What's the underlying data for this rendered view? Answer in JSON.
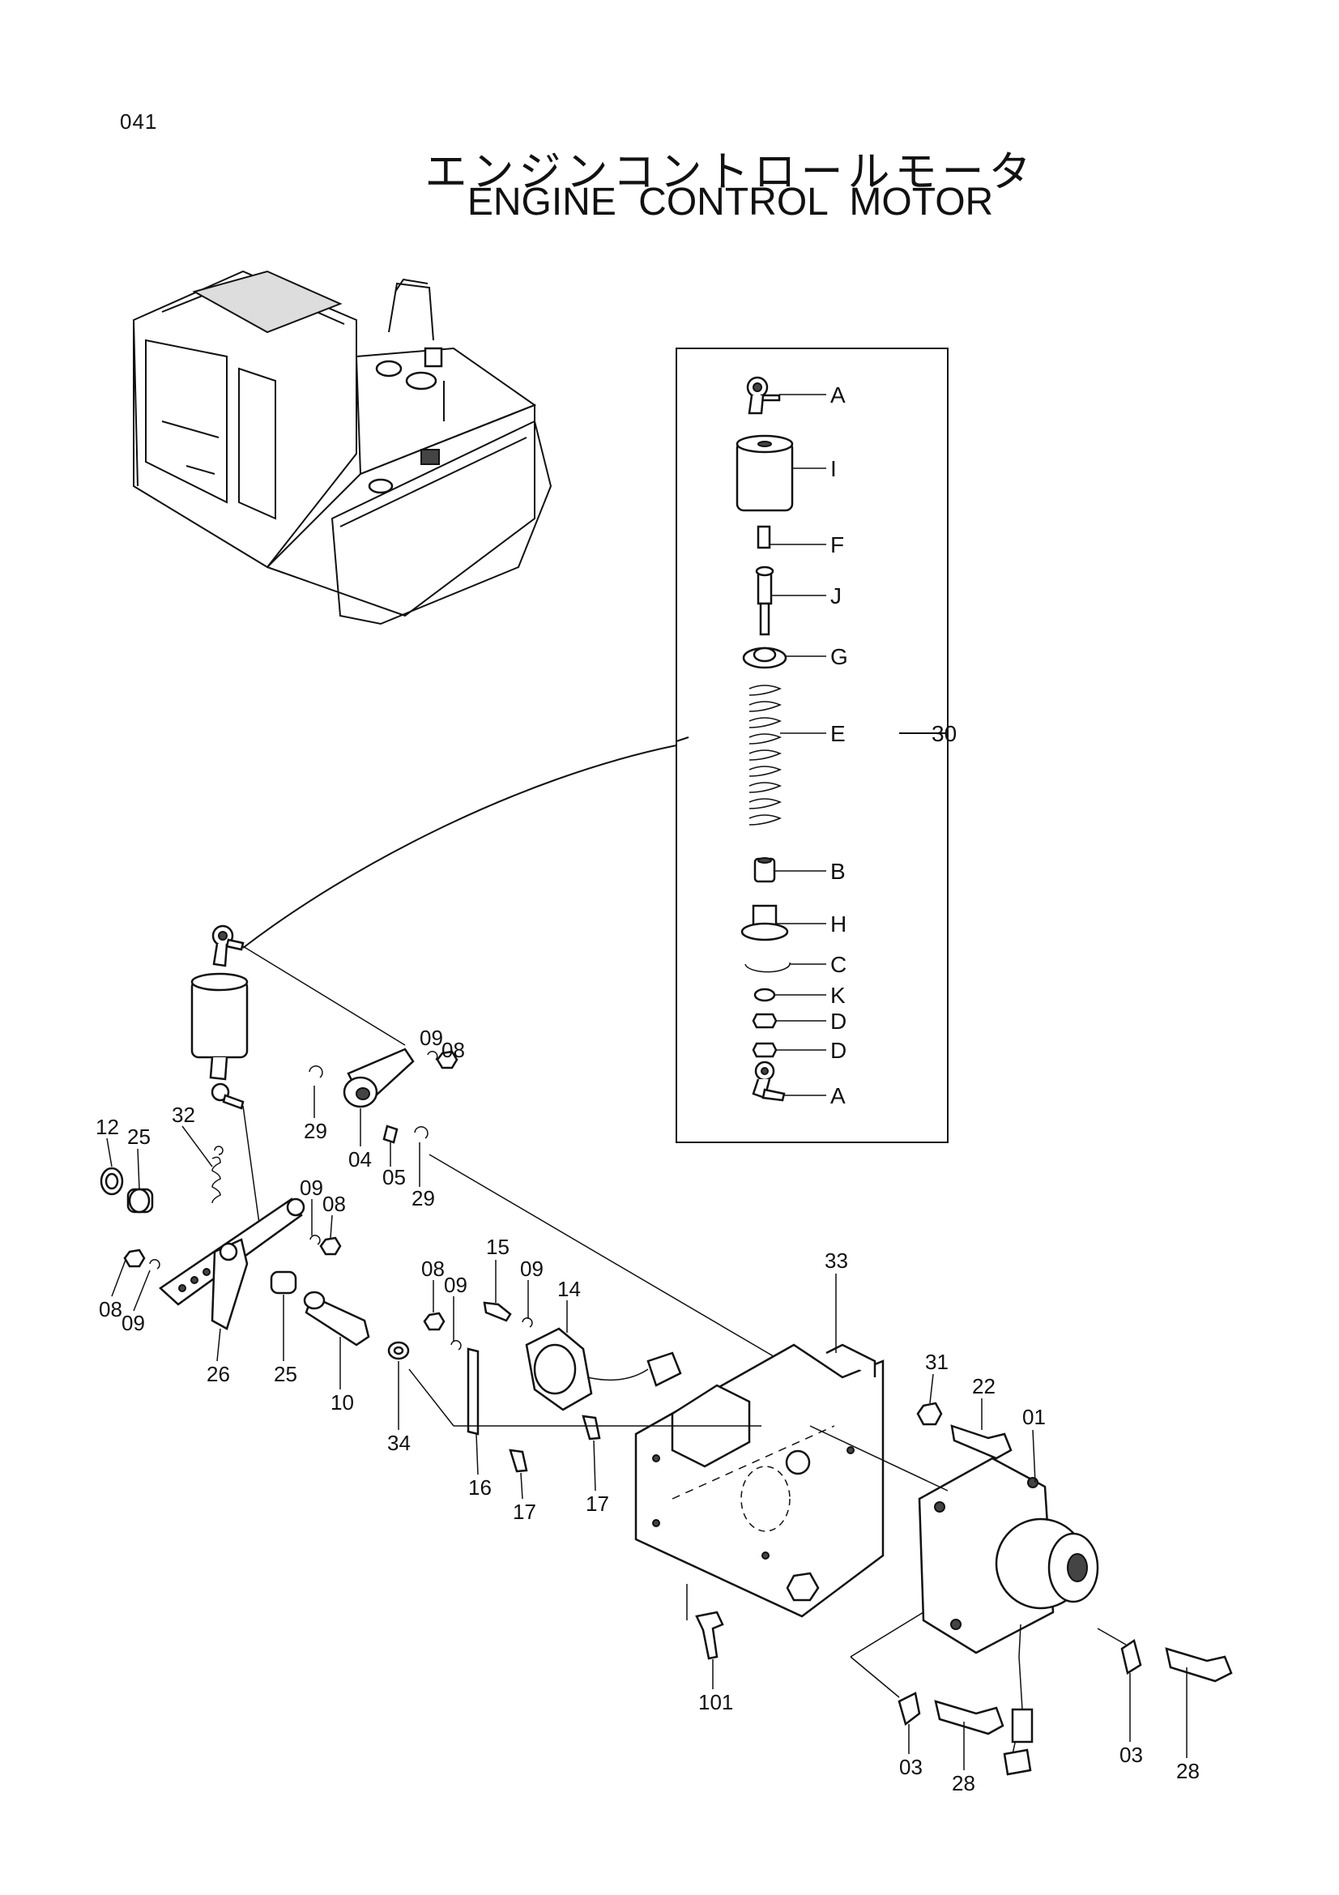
{
  "page_number": "041",
  "title_ja": "エンジンコントロールモータ",
  "title_en": "ENGINE CONTROL MOTOR",
  "detail_box": {
    "assembly_label": "30",
    "letters": [
      "A",
      "I",
      "F",
      "J",
      "G",
      "E",
      "B",
      "H",
      "C",
      "K",
      "D",
      "D",
      "A"
    ]
  },
  "callouts": {
    "c12": "12",
    "c25a": "25",
    "c32": "32",
    "c29a": "29",
    "c04": "04",
    "c05": "05",
    "c29b": "29",
    "c09a": "09",
    "c08a": "08",
    "c09b": "09",
    "c08b": "08",
    "c08c": "08",
    "c09c": "09",
    "c26": "26",
    "c25b": "25",
    "c10": "10",
    "c08d": "08",
    "c09d": "09",
    "c15": "15",
    "c09e": "09",
    "c14": "14",
    "c34": "34",
    "c16": "16",
    "c17a": "17",
    "c17b": "17",
    "c33": "33",
    "c31": "31",
    "c22": "22",
    "c01": "01",
    "c101": "101",
    "c03a": "03",
    "c28a": "28",
    "c03b": "03",
    "c28b": "28"
  }
}
